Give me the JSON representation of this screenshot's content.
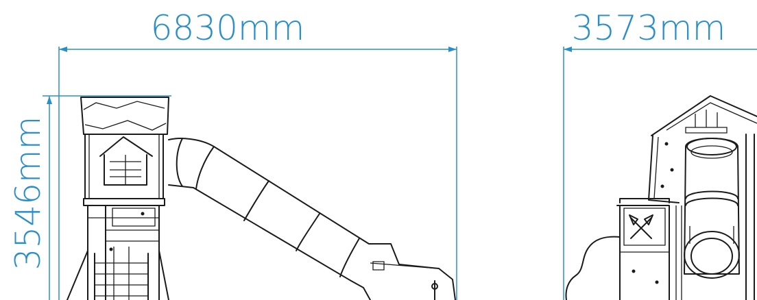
{
  "colors": {
    "dimension": "#2a8fc9",
    "ink": "#1a1a1a",
    "background": "#ffffff"
  },
  "side_view": {
    "width_label": "6830mm",
    "height_label": "3546mm"
  },
  "front_view": {
    "width_label": "3573mm"
  }
}
